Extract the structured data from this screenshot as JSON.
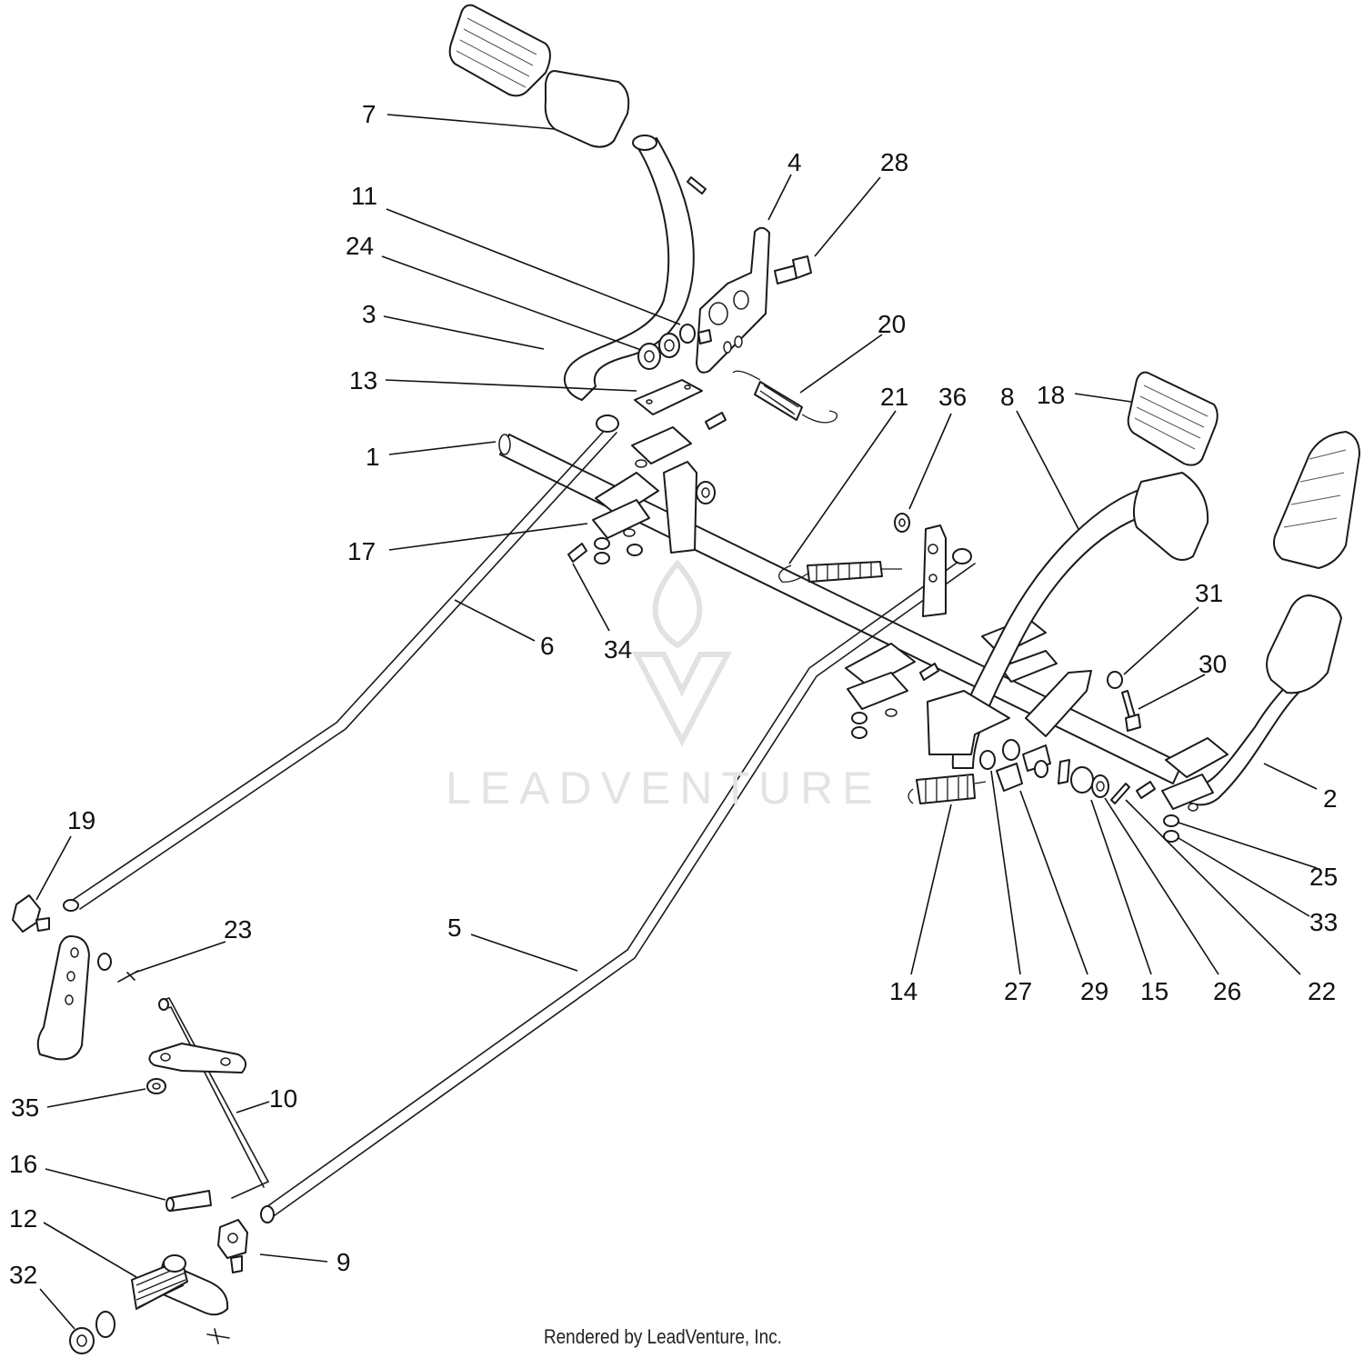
{
  "watermark": {
    "text": "LEADVENTURE"
  },
  "footer": {
    "credit": "Rendered by LeadVenture, Inc."
  },
  "callouts": [
    {
      "id": "c7",
      "label": "7"
    },
    {
      "id": "c4",
      "label": "4"
    },
    {
      "id": "c28",
      "label": "28"
    },
    {
      "id": "c11",
      "label": "11"
    },
    {
      "id": "c24",
      "label": "24"
    },
    {
      "id": "c3",
      "label": "3"
    },
    {
      "id": "c20",
      "label": "20"
    },
    {
      "id": "c13",
      "label": "13"
    },
    {
      "id": "c21",
      "label": "21"
    },
    {
      "id": "c36",
      "label": "36"
    },
    {
      "id": "c8",
      "label": "8"
    },
    {
      "id": "c18",
      "label": "18"
    },
    {
      "id": "c1",
      "label": "1"
    },
    {
      "id": "c17",
      "label": "17"
    },
    {
      "id": "c6",
      "label": "6"
    },
    {
      "id": "c34",
      "label": "34"
    },
    {
      "id": "c31",
      "label": "31"
    },
    {
      "id": "c30",
      "label": "30"
    },
    {
      "id": "c2",
      "label": "2"
    },
    {
      "id": "c19",
      "label": "19"
    },
    {
      "id": "c25",
      "label": "25"
    },
    {
      "id": "c33",
      "label": "33"
    },
    {
      "id": "c23",
      "label": "23"
    },
    {
      "id": "c5",
      "label": "5"
    },
    {
      "id": "c14",
      "label": "14"
    },
    {
      "id": "c27",
      "label": "27"
    },
    {
      "id": "c29",
      "label": "29"
    },
    {
      "id": "c15",
      "label": "15"
    },
    {
      "id": "c26",
      "label": "26"
    },
    {
      "id": "c22",
      "label": "22"
    },
    {
      "id": "c35",
      "label": "35"
    },
    {
      "id": "c10",
      "label": "10"
    },
    {
      "id": "c16",
      "label": "16"
    },
    {
      "id": "c12",
      "label": "12"
    },
    {
      "id": "c9",
      "label": "9"
    },
    {
      "id": "c32",
      "label": "32"
    }
  ]
}
